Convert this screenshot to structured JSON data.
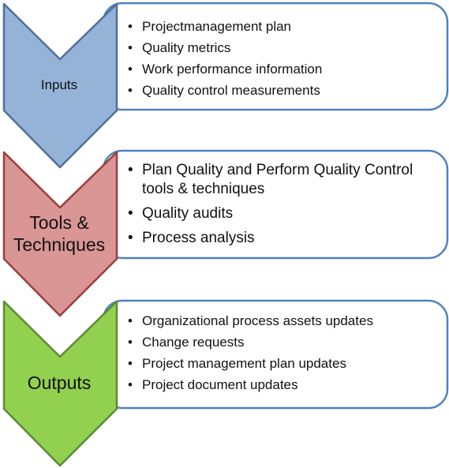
{
  "colors": {
    "inputs_fill": "#95b3d7",
    "inputs_stroke": "#4f6f9e",
    "tools_fill": "#d99694",
    "tools_stroke": "#9a3f3c",
    "outputs_fill": "#92d050",
    "outputs_stroke": "#5f8a34",
    "box_stroke": "#4f81bd",
    "box_fill": "#ffffff"
  },
  "stages": {
    "inputs": {
      "label": "Inputs",
      "items": [
        "Projectmanagement  plan",
        "Quality metrics",
        "Work performance  information",
        "Quality control measurements"
      ]
    },
    "tools": {
      "label_line1": "Tools &",
      "label_line2": "Techniques",
      "items": [
        "Plan Quality and Perform Quality Control tools & techniques",
        "Quality audits",
        "Process analysis"
      ]
    },
    "outputs": {
      "label": "Outputs",
      "items": [
        "Organizational process assets updates",
        "Change requests",
        "Project management plan updates",
        "Project document updates"
      ]
    }
  }
}
